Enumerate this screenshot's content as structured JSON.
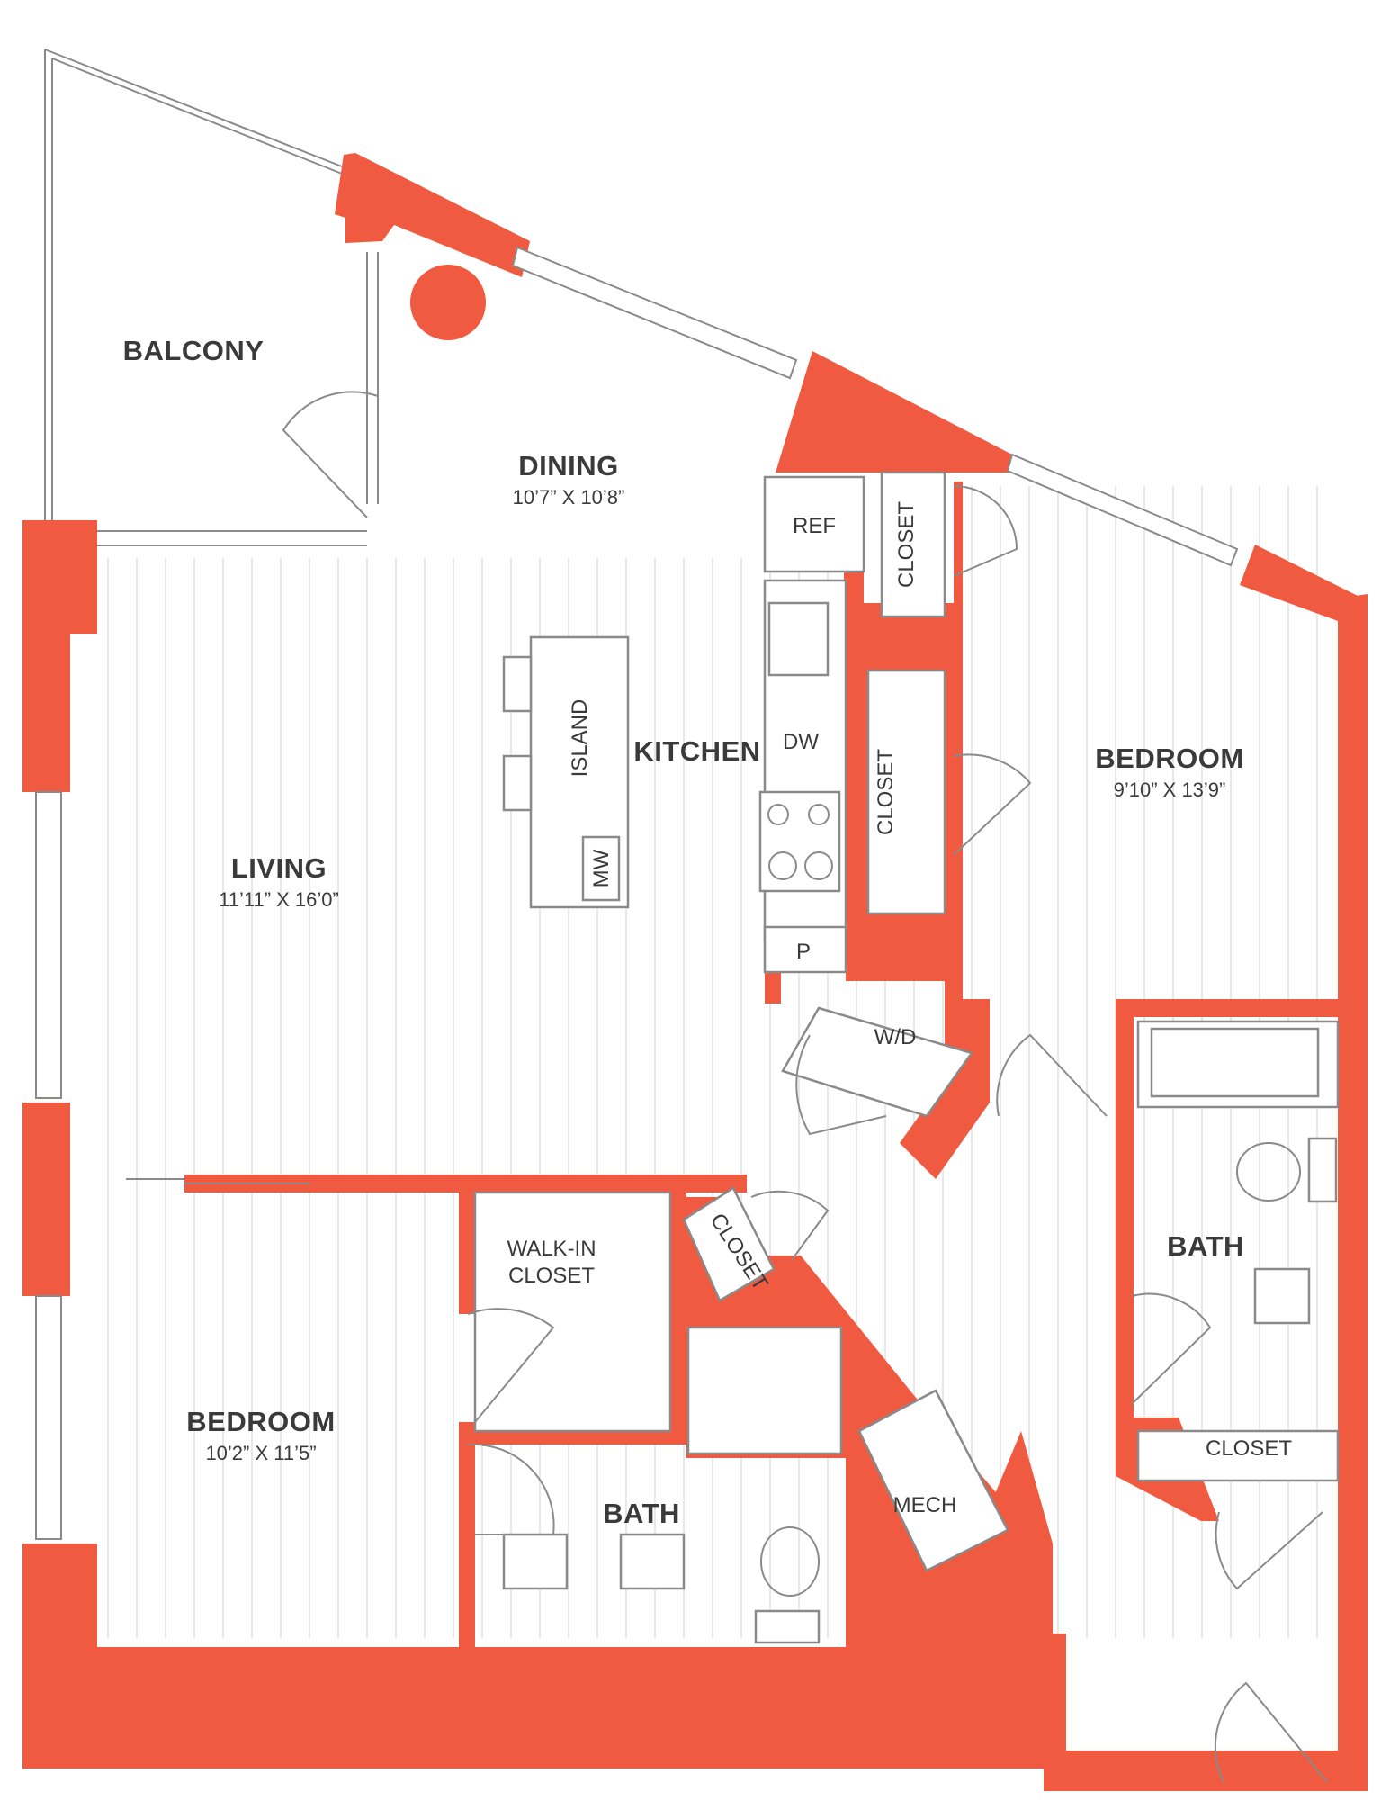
{
  "rooms": {
    "balcony": "BALCONY",
    "dining": {
      "name": "DINING",
      "dim": "10’7” X 10’8”"
    },
    "living": {
      "name": "LIVING",
      "dim": "11’11” X 16’0”"
    },
    "kitchen": "KITCHEN",
    "island": "ISLAND",
    "bedroom1": {
      "name": "BEDROOM",
      "dim": "9’10” X 13’9”"
    },
    "bedroom2": {
      "name": "BEDROOM",
      "dim": "10’2” X 11’5”"
    },
    "bath1": "BATH",
    "bath2": "BATH",
    "walkin": {
      "line1": "WALK-IN",
      "line2": "CLOSET"
    },
    "mech": "MECH"
  },
  "fixtures": {
    "ref": "REF",
    "dw": "DW",
    "mw": "MW",
    "p": "P",
    "wd": "W/D",
    "closet_kitchen_top": "CLOSET",
    "closet_kitchen_mid": "CLOSET",
    "closet_hall": "CLOSET",
    "closet_bath": "CLOSET"
  },
  "colors": {
    "wall": "#ef5a40",
    "text": "#3a3a3a"
  }
}
